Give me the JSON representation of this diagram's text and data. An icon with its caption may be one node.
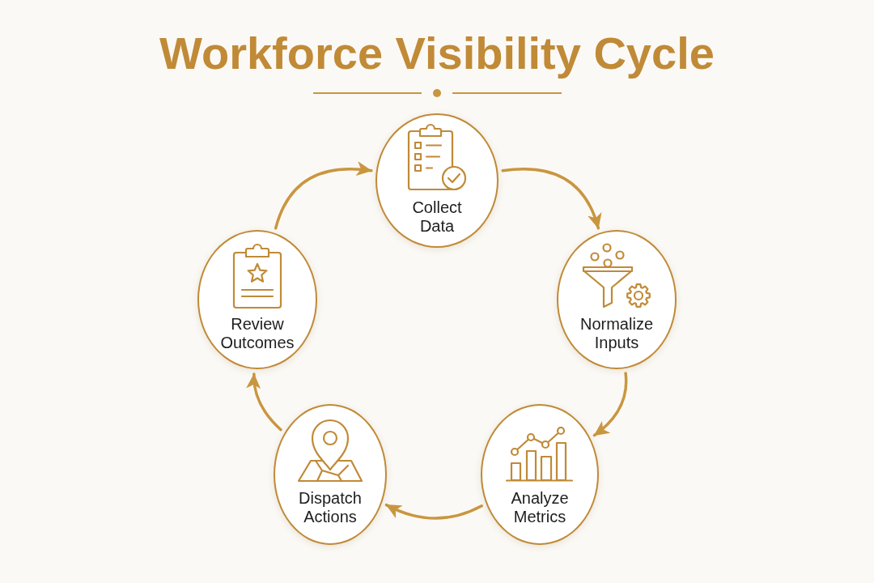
{
  "diagram": {
    "title": "Workforce Visibility Cycle",
    "nodes": [
      {
        "text": [
          "Collect Data"
        ]
      },
      {
        "text": [
          "Normalize Inputs"
        ]
      },
      {
        "text": [
          "Analyze Metrics"
        ]
      },
      {
        "text": [
          "Dispatch Actions"
        ]
      },
      {
        "text": [
          "Review Outcomes"
        ]
      }
    ],
    "edges": [
      {
        "from": 0,
        "to": 1,
        "arrow": "to"
      },
      {
        "from": 1,
        "to": 2,
        "arrow": "to"
      },
      {
        "from": 2,
        "to": 3,
        "arrow": "to"
      },
      {
        "from": 3,
        "to": 4,
        "arrow": "to"
      },
      {
        "from": 4,
        "to": 0,
        "arrow": "to"
      }
    ]
  }
}
